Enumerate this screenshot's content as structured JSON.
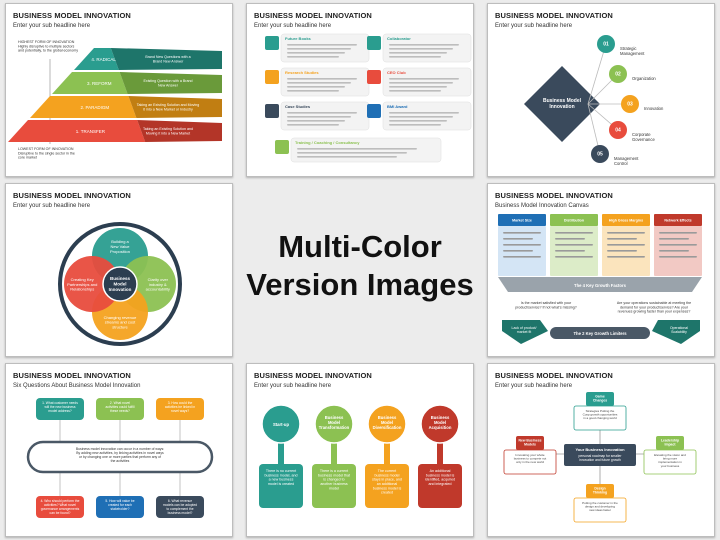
{
  "center": {
    "line1": "Multi-Color",
    "line2": "Version Images"
  },
  "slides": [
    {
      "title": "BUSINESS MODEL INNOVATION",
      "subtitle": "Enter your sub headline here",
      "pyramid": {
        "top_note": [
          "HIGHEST FORM OF INNOVATION",
          "Highly disruptive to multiple sectors",
          "and potentially, to the global economy"
        ],
        "bottom_note": [
          "LOWEST FORM OF INNOVATION",
          "Disruptive to the single sector in the",
          "core market"
        ],
        "levels": [
          {
            "label": "4. RADICAL",
            "desc": [
              "Brand New Questions with a",
              "Brand New Answer"
            ],
            "color": "#2a9d8f",
            "dark": "#1e756a"
          },
          {
            "label": "3. REFORM",
            "desc": [
              "Existing Question with a Brand",
              "New Answer"
            ],
            "color": "#8cc152",
            "dark": "#6a9a3a"
          },
          {
            "label": "2. PARADIGM",
            "desc": [
              "Taking an Existing Solution and Moving",
              "it into a New Market or Industry"
            ],
            "color": "#f4a21f",
            "dark": "#c17e12"
          },
          {
            "label": "1. TRANSFER",
            "desc": [
              "Taking an Existing Solution and",
              "Moving it into a New Market"
            ],
            "color": "#e84c3d",
            "dark": "#b33528"
          }
        ]
      }
    },
    {
      "title": "BUSINESS MODEL INNOVATION",
      "subtitle": "Enter your sub headline here",
      "cards": [
        {
          "head": "Future Books",
          "color": "#2a9d8f"
        },
        {
          "head": "Collaborator",
          "color": "#2a9d8f"
        },
        {
          "head": "Research Studies",
          "color": "#f4a21f"
        },
        {
          "head": "CEO Club",
          "color": "#e84c3d"
        },
        {
          "head": "Case Studies",
          "color": "#3a4a5c"
        },
        {
          "head": "BMI Award",
          "color": "#1f6fb5"
        },
        {
          "head": "Training / Coaching / Consultancy",
          "color": "#8cc152"
        }
      ]
    },
    {
      "title": "BUSINESS MODEL INNOVATION",
      "subtitle": "Enter your sub headline here",
      "center_label": [
        "Business Model",
        "Innovation"
      ],
      "items": [
        {
          "num": "01",
          "label": [
            "Strategic",
            "Management"
          ],
          "color": "#2a9d8f"
        },
        {
          "num": "02",
          "label": [
            "Organization"
          ],
          "color": "#8cc152"
        },
        {
          "num": "03",
          "label": [
            "Innovation"
          ],
          "color": "#f4a21f"
        },
        {
          "num": "04",
          "label": [
            "Corporate",
            "Governance"
          ],
          "color": "#e84c3d"
        },
        {
          "num": "05",
          "label": [
            "Management",
            "Control"
          ],
          "color": "#3a4a5c"
        }
      ]
    },
    {
      "title": "BUSINESS MODEL INNOVATION",
      "subtitle": "Enter your sub headline here",
      "center_label": [
        "Business",
        "Model",
        "Innovation"
      ],
      "petals": [
        {
          "text": [
            "Building a",
            "New Value",
            "Proposition"
          ],
          "color": "#2a9d8f"
        },
        {
          "text": [
            "Clarity over",
            "industry &",
            "accountability"
          ],
          "color": "#8cc152"
        },
        {
          "text": [
            "Changing revenue",
            "streams and cost",
            "structure"
          ],
          "color": "#f4a21f"
        },
        {
          "text": [
            "Creating Key",
            "Partnerships and",
            "Relationships"
          ],
          "color": "#e84c3d"
        }
      ]
    },
    {
      "title": "BUSINESS MODEL INNOVATION",
      "subtitle": "Business Model Innovation Canvas",
      "columns": [
        {
          "head": "Market Size",
          "color": "#1f6fb5",
          "light": "#d4e5f5"
        },
        {
          "head": "Distribution",
          "color": "#8cc152",
          "light": "#dcecc8"
        },
        {
          "head": "High Gross Margins",
          "color": "#f4a21f",
          "light": "#fbe4bd"
        },
        {
          "head": "Network Effects",
          "color": "#c0392b",
          "light": "#f2c9c4"
        }
      ],
      "factors_label": "The 4 Key Growth Factors",
      "limiter_label": "The 2 Key Growth Limiters",
      "left_q": [
        "Is the market satisfied with your",
        "product/service? If not what's missing?"
      ],
      "right_q": [
        "Are your operations sustainable at meeting the",
        "demand for your product/service? Are your",
        "revenues growing faster than your expenses?"
      ],
      "left_arrow": [
        "Lack of product/",
        "market fit"
      ],
      "right_arrow": [
        "Operational",
        "Scalability"
      ]
    },
    {
      "title": "BUSINESS MODEL INNOVATION",
      "subtitle": "Six Questions About Business Model Innovation",
      "questions": [
        {
          "text": [
            "1. What customer needs",
            "will the new business",
            "model address?"
          ],
          "color": "#2a9d8f"
        },
        {
          "text": [
            "2. What novel",
            "activities could fulfill",
            "these needs?"
          ],
          "color": "#8cc152"
        },
        {
          "text": [
            "3. How could the",
            "activities be linked in",
            "novel ways?"
          ],
          "color": "#f4a21f"
        },
        {
          "text": [
            "4. Who should perform the",
            "activities? What novel",
            "governance arrangements",
            "can be found?"
          ],
          "color": "#e84c3d"
        },
        {
          "text": [
            "5. How will value be",
            "created for each",
            "stakeholder?"
          ],
          "color": "#1f6fb5"
        },
        {
          "text": [
            "6. What revenue",
            "models can be adopted",
            "to complement the",
            "business model?"
          ],
          "color": "#3a4a5c"
        }
      ],
      "center_text": [
        "Business model innovation can occur in a number of ways:",
        "By adding new activities, by linking activities in novel ways",
        "or by changing one or more parties that perform any of",
        "the activities"
      ]
    },
    {
      "title": "BUSINESS MODEL INNOVATION",
      "subtitle": "Enter your sub headline here",
      "stages": [
        {
          "head": [
            "Start-up"
          ],
          "body": [
            "There is no current",
            "business model, and",
            "a new business",
            "model is created"
          ],
          "color": "#2a9d8f"
        },
        {
          "head": [
            "Business",
            "Model",
            "Transformation"
          ],
          "body": [
            "There is a current",
            "business model that",
            "is changed to",
            "another business",
            "model"
          ],
          "color": "#8cc152"
        },
        {
          "head": [
            "Business",
            "Model",
            "Diversification"
          ],
          "body": [
            "The current",
            "business model",
            "stays in place, and",
            "an additional",
            "business model is",
            "created"
          ],
          "color": "#f4a21f"
        },
        {
          "head": [
            "Business",
            "Model",
            "Acquisition"
          ],
          "body": [
            "An additional",
            "business model is",
            "identified, acquired",
            "and integrated"
          ],
          "color": "#c0392b"
        }
      ]
    },
    {
      "title": "BUSINESS MODEL INNOVATION",
      "subtitle": "Enter your sub headline here",
      "center_head": "Your Business Innovation",
      "center_body": [
        "personal roadmap for smaller",
        "innovation and future growth"
      ],
      "boxes": [
        {
          "head": [
            "Game",
            "Changes"
          ],
          "color": "#2a9d8f",
          "body": [
            "Strategies Putting the",
            "Cusp growth opportunities",
            "in a good changing world"
          ]
        },
        {
          "head": [
            "New Business",
            "Models"
          ],
          "color": "#c0392b",
          "body": [
            "Innovating your whole",
            "business to compete not",
            "only in the new world"
          ]
        },
        {
          "head": [
            "Leadership",
            "Impact"
          ],
          "color": "#8cc152",
          "body": [
            "Elevating the vision and",
            "bring more",
            "implementation in",
            "your business"
          ]
        },
        {
          "head": [
            "Design",
            "Thinking"
          ],
          "color": "#f4a21f",
          "body": [
            "Putting the customer in the",
            "design and developing",
            "new ideas faster"
          ]
        }
      ]
    }
  ]
}
